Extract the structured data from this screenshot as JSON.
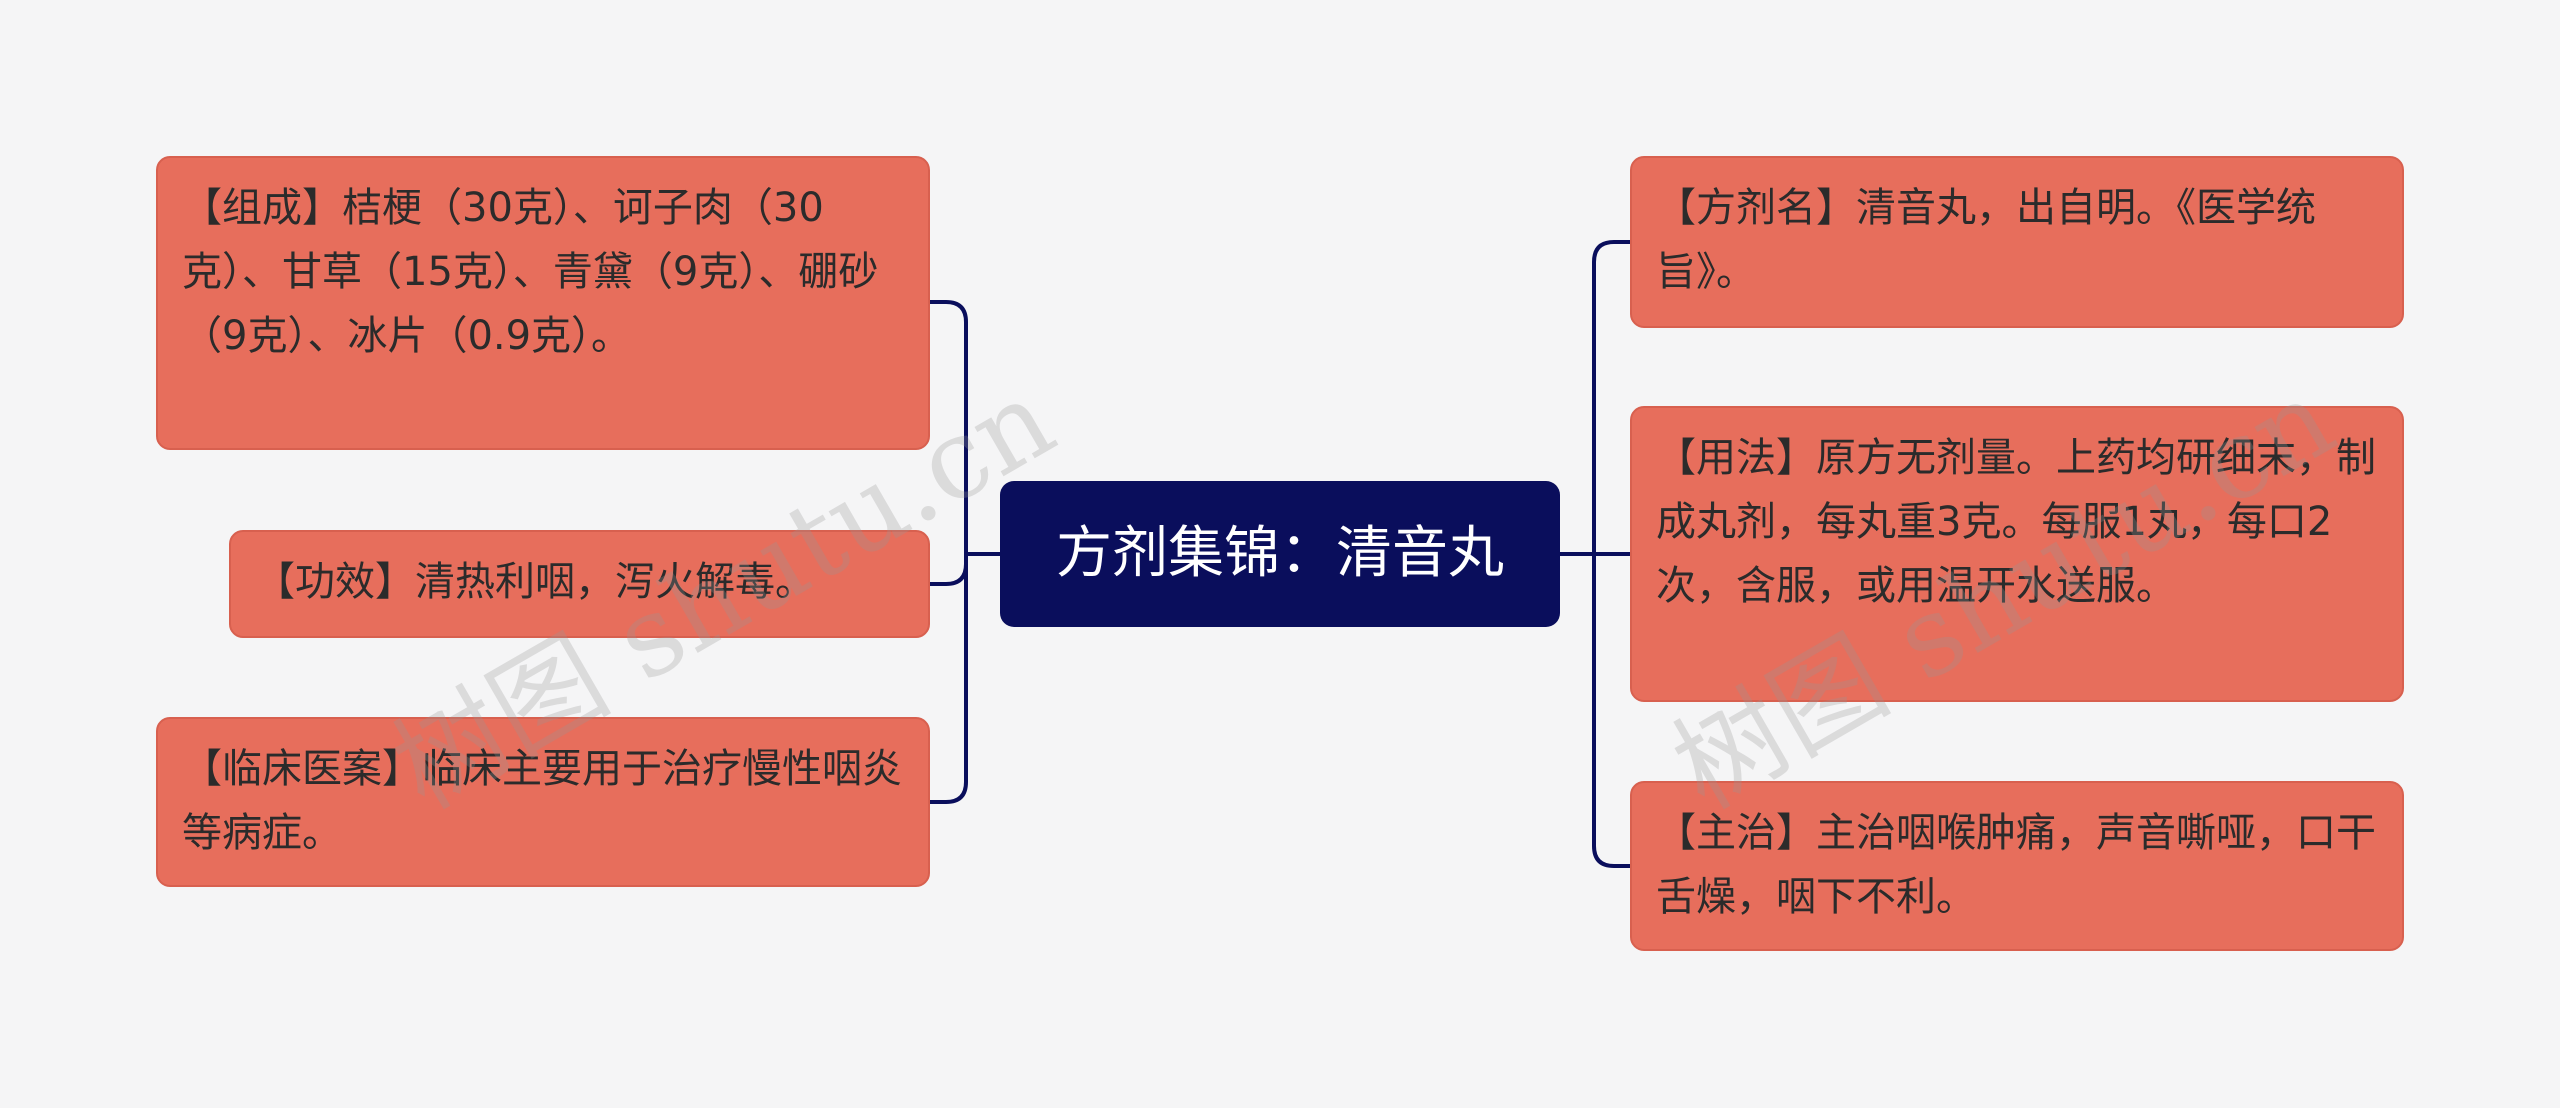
{
  "center": {
    "title": "方剂集锦：清音丸"
  },
  "left_nodes": [
    {
      "text": "【组成】桔梗（30克）、诃子肉（30克）、甘草（15克）、青黛（9克）、硼砂（9克）、冰片（0.9克）。"
    },
    {
      "text": "【功效】清热利咽，泻火解毒。"
    },
    {
      "text": "【临床医案】临床主要用于治疗慢性咽炎等病症。"
    }
  ],
  "right_nodes": [
    {
      "text": "【方剂名】清音丸，出自明。《医学统旨》。"
    },
    {
      "text": "【用法】原方无剂量。上药均研细末，制成丸剂，每丸重3克。每服1丸，每口2次，含服，或用温开水送服。"
    },
    {
      "text": "【主治】主治咽喉肿痛，声音嘶哑，口干舌燥，咽下不利。"
    }
  ],
  "watermarks": [
    "树图 shutu.cn",
    "树图 shutu.cn"
  ],
  "colors": {
    "background": "#f5f5f6",
    "center_fill": "#0a0e5c",
    "node_fill": "#e76e5c",
    "connector": "#0a0e5c"
  }
}
